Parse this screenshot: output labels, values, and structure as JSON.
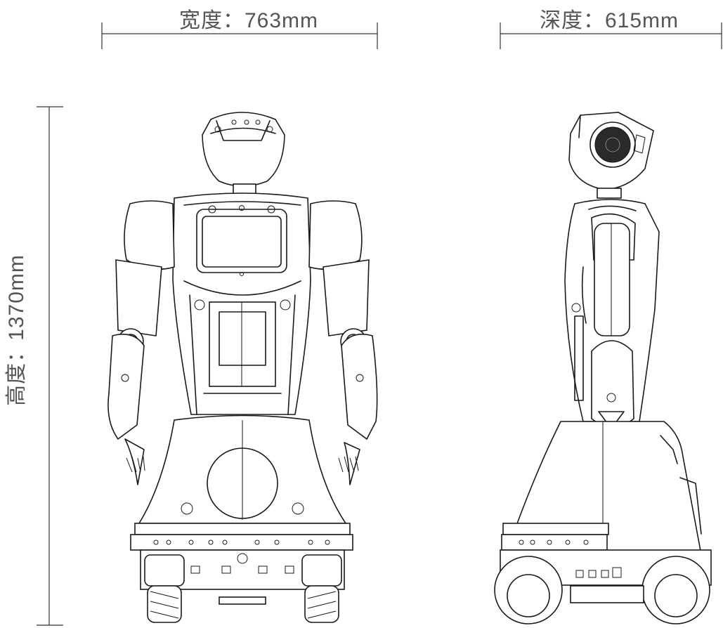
{
  "dimensions": {
    "width": "宽度：763mm",
    "depth": "深度：615mm",
    "height": "高度：1370mm"
  },
  "colors": {
    "line": "#1a1a1a",
    "label": "#555555",
    "background": "#ffffff"
  }
}
